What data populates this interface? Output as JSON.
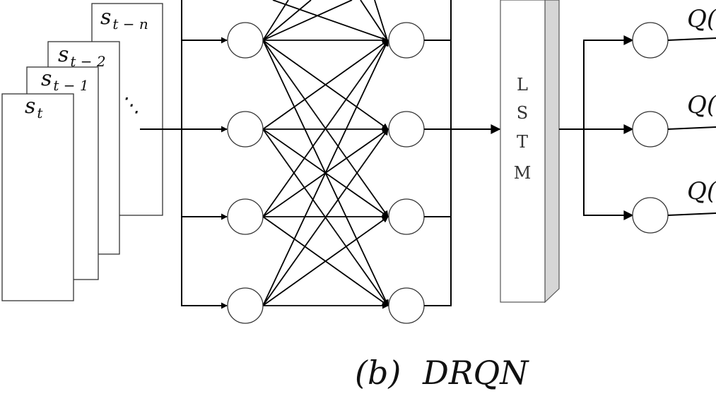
{
  "inputs": {
    "frames": [
      {
        "base": "s",
        "sub": "t − n"
      },
      {
        "base": "s",
        "sub": "t − 2"
      },
      {
        "base": "s",
        "sub": "t − 1"
      },
      {
        "base": "s",
        "sub": "t"
      }
    ],
    "ellipsis": "⋱"
  },
  "hidden_layers": {
    "layer_count": 2,
    "nodes_per_layer": 4
  },
  "lstm": {
    "letters": [
      "L",
      "S",
      "T",
      "M"
    ]
  },
  "outputs": {
    "labels": [
      "Q(",
      "Q(",
      "Q("
    ]
  },
  "caption": {
    "label": "(b)",
    "title": "DRQN"
  }
}
